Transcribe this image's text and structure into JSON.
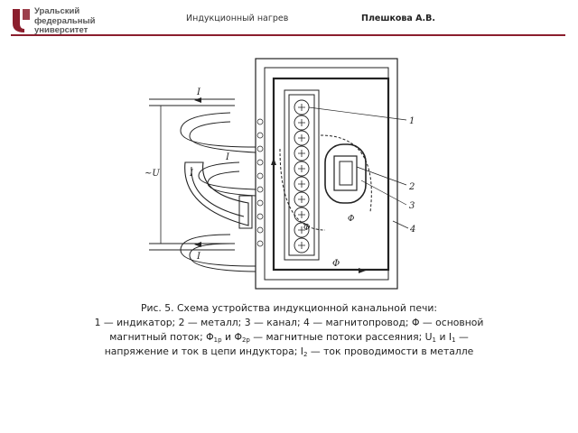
{
  "header": {
    "logo_lines": [
      "Уральский",
      "федеральный",
      "университет"
    ],
    "title": "Индукционный нагрев",
    "author": "Плешкова А.В.",
    "brand_color": "#8b1e2d"
  },
  "figure": {
    "labels": {
      "i1_top": "I",
      "i1_bottom": "I",
      "i1_mid": "I",
      "i2": "I",
      "u1": "~U",
      "phi": "Φ",
      "phi1p": "Φ",
      "phi2p": "Φ",
      "num1": "1",
      "num2": "2",
      "num3": "3",
      "num4": "4"
    }
  },
  "caption": {
    "line1": "Рис. 5. Схема устройства индукционной канальной печи:",
    "line2": "1 — индикатор; 2 — металл; 3 — канал; 4 — магнитопровод; Φ — основной",
    "line3_a": "магнитный поток; Φ",
    "line3_sub1": "1р",
    "line3_b": " и Φ",
    "line3_sub2": "2р",
    "line3_c": " — магнитные потоки рассеяния; U",
    "line3_sub3": "1",
    "line3_d": " и I",
    "line3_sub4": "1",
    "line3_e": " —",
    "line4_a": "напряжение и ток в цепи индуктора; I",
    "line4_sub": "2",
    "line4_b": " — ток проводимости в металле"
  }
}
